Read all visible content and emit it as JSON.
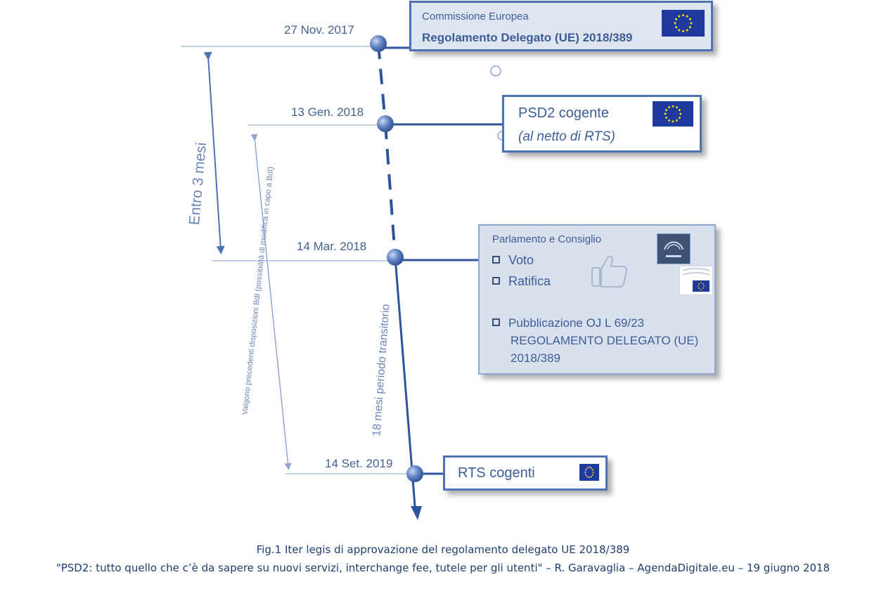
{
  "milestones": [
    {
      "date": "27 Nov. 2017"
    },
    {
      "date": "13 Gen. 2018"
    },
    {
      "date": "14 Mar. 2018"
    },
    {
      "date": "14 Set. 2019"
    }
  ],
  "box_commissione": {
    "header": "Commissione Europea",
    "title": "Regolamento Delegato (UE) 2018/389",
    "icon": "eu-flag-icon"
  },
  "box_psd2": {
    "line1": "PSD2 cogente",
    "line2": "(al netto di RTS)",
    "icon": "eu-flag-icon"
  },
  "box_parlamento": {
    "header": "Parlamento e Consiglio",
    "items": [
      "Voto",
      "Ratifica",
      "Pubblicazione OJ L 69/23",
      "REGOLAMENTO DELEGATO (UE)",
      "2018/389"
    ],
    "icons": [
      "european-parliament-logo-icon",
      "thumbs-up-icon",
      "council-eu-logo-icon"
    ]
  },
  "box_rts": {
    "label": "RTS cogenti",
    "icon": "eu-flag-icon"
  },
  "spans": {
    "entro": "Entro 3 mesi",
    "valgono": "Valgono precedenti disposizioni BdI (possibilità di modifica in capo a BdI)",
    "periodo": "18 mesi periodo transitorio"
  },
  "caption": {
    "line1": "Fig.1 Iter legis di approvazione del regolamento delegato UE 2018/389",
    "line2": "\"PSD2: tutto quello che c’è da sapere su nuovi servizi, interchange fee, tutele per gli utenti\" – R. Garavaglia – AgendaDigitale.eu – 19 giugno 2018"
  },
  "colors": {
    "line": "#2f549e",
    "accent": "#4f72b3",
    "flag": "#1f3a9e"
  }
}
